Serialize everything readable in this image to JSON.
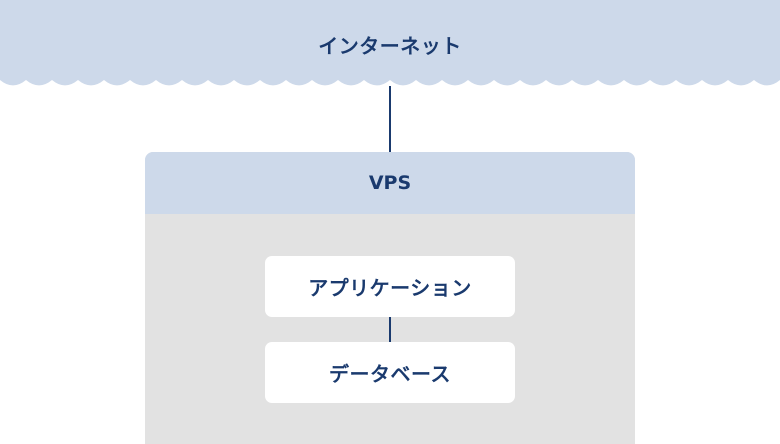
{
  "internet": {
    "label": "インターネット"
  },
  "vps": {
    "title": "VPS"
  },
  "stack": {
    "app_label": "アプリケーション",
    "db_label": "データベース"
  },
  "colors": {
    "navy": "#1a3a6e",
    "light_blue": "#cdd9ea",
    "gray": "#e2e2e2",
    "white": "#ffffff"
  }
}
